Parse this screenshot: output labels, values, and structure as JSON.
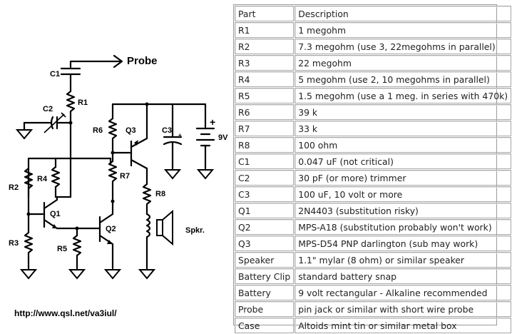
{
  "schematic": {
    "labels": {
      "probe": "Probe",
      "c1": "C1",
      "r1": "R1",
      "c2": "C2",
      "r6": "R6",
      "q3": "Q3",
      "c3": "C3",
      "batt": "9V",
      "plus": "+",
      "c3plus": "+",
      "r4": "R4",
      "r2": "R2",
      "r7": "R7",
      "r8": "R8",
      "q1": "Q1",
      "q2": "Q2",
      "r3": "R3",
      "r5": "R5",
      "spkr": "Spkr."
    },
    "url": "http://www.qsl.net/va3iul/"
  },
  "table": {
    "header": {
      "part": "Part",
      "desc": "Description"
    },
    "rows": [
      {
        "part": "R1",
        "desc": "1 megohm"
      },
      {
        "part": "R2",
        "desc": "7.3 megohm (use 3, 22megohms in parallel)"
      },
      {
        "part": "R3",
        "desc": "22 megohm"
      },
      {
        "part": "R4",
        "desc": "5 megohm (use 2, 10 megohms in parallel)"
      },
      {
        "part": "R5",
        "desc": "1.5 megohm (use a 1 meg. in series with 470k)"
      },
      {
        "part": "R6",
        "desc": "39 k"
      },
      {
        "part": "R7",
        "desc": "33 k"
      },
      {
        "part": "R8",
        "desc": "100 ohm"
      },
      {
        "part": "C1",
        "desc": "0.047 uF (not critical)"
      },
      {
        "part": "C2",
        "desc": "30 pF (or more) trimmer"
      },
      {
        "part": "C3",
        "desc": "100 uF, 10 volt or more"
      },
      {
        "part": "Q1",
        "desc": "2N4403 (substitution risky)"
      },
      {
        "part": "Q2",
        "desc": "MPS-A18 (substitution probably won't work)"
      },
      {
        "part": "Q3",
        "desc": "MPS-D54 PNP darlington (sub may work)"
      },
      {
        "part": "Speaker",
        "desc": "1.1\" mylar (8 ohm) or similar speaker"
      },
      {
        "part": "Battery Clip",
        "desc": "standard battery snap"
      },
      {
        "part": "Battery",
        "desc": "9 volt rectangular - Alkaline recommended"
      },
      {
        "part": "Probe",
        "desc": "pin jack or similar with short wire probe"
      },
      {
        "part": "Case",
        "desc": "Altoids mint tin or similar metal box"
      }
    ]
  }
}
